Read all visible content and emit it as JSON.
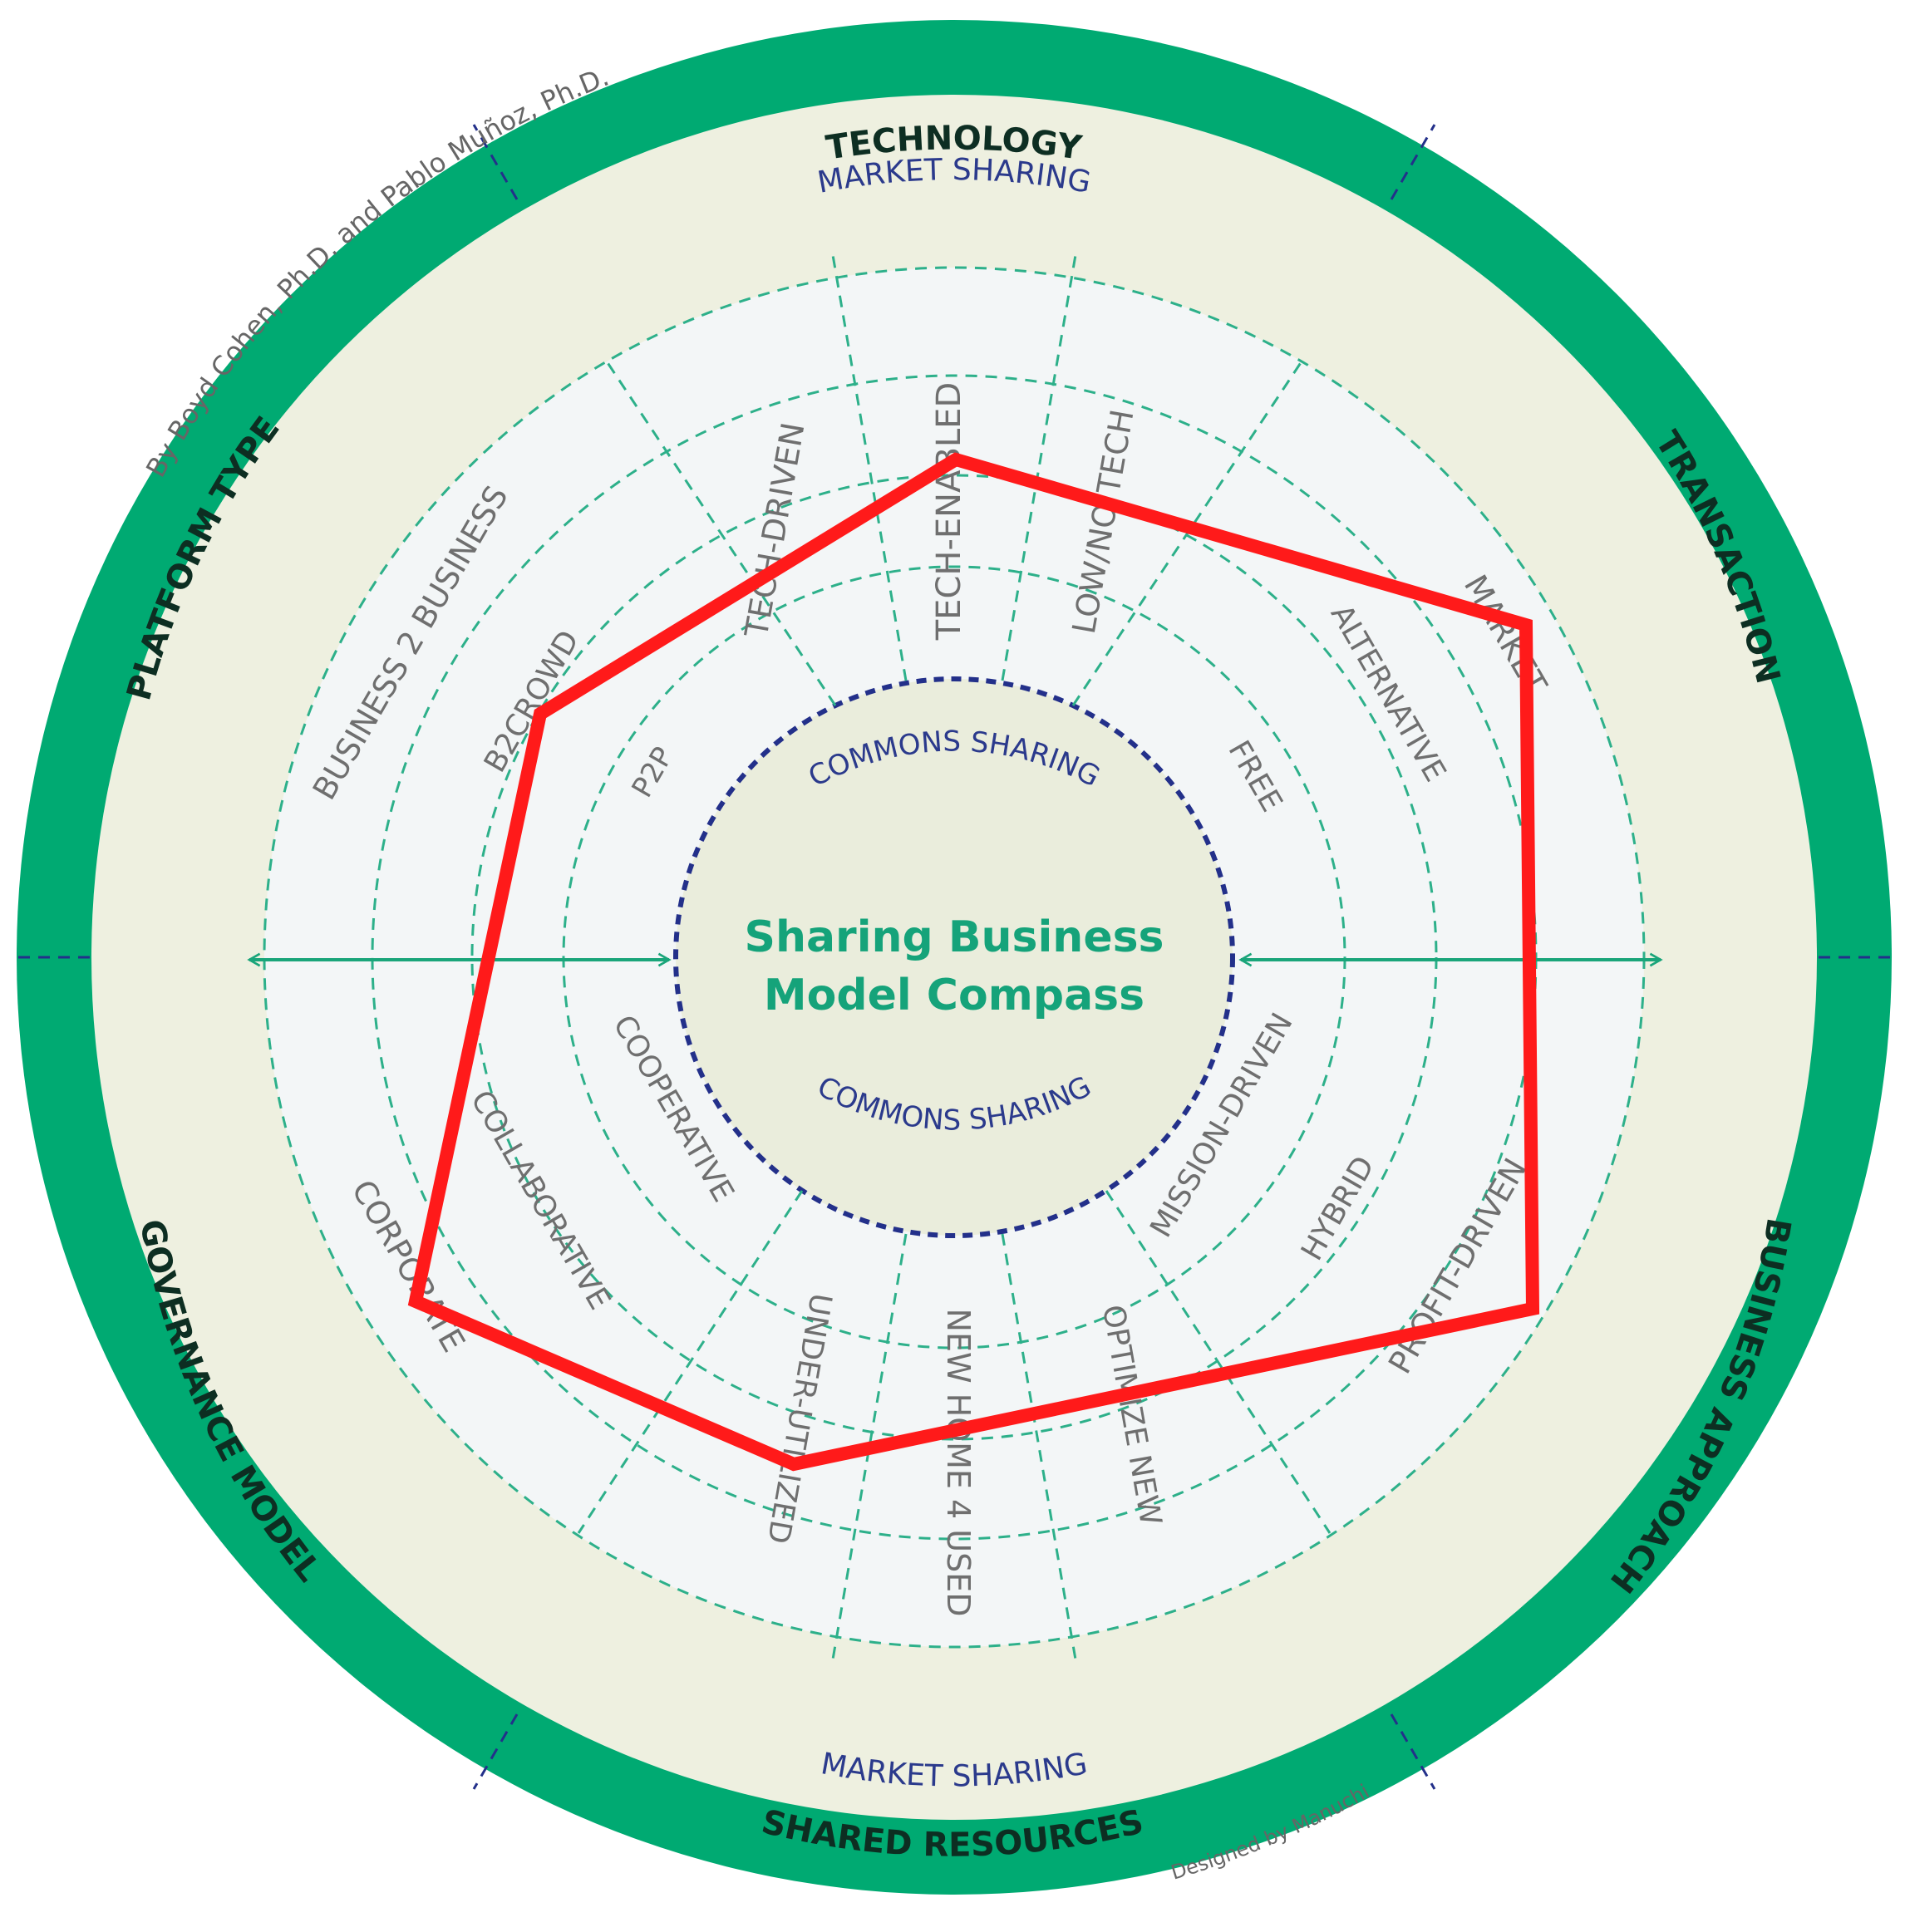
{
  "title_line1": "Sharing Business",
  "title_line2": "Model Compass",
  "dimensions": {
    "technology": "TECHNOLOGY",
    "transaction": "TRANSACTION",
    "business_approach": "BUSINESS APPROACH",
    "shared_resources": "SHARED RESOURCES",
    "governance_model": "GOVERNANCE MODEL",
    "platform_type": "PLATFORM TYPE"
  },
  "market_sharing_top": "MARKET SHARING",
  "market_sharing_bottom": "MARKET SHARING",
  "commons_sharing_top": "COMMONS SHARING",
  "commons_sharing_bottom": "COMMONS SHARING",
  "options": {
    "tech_enabled": "TECH-ENABLED",
    "tech_driven": "TECH-DRIVEN",
    "low_no_tech": "LOW/NO TECH",
    "market": "MARKET",
    "alternative": "ALTERNATIVE",
    "free": "FREE",
    "profit_driven": "PROFIT-DRIVEN",
    "hybrid": "HYBRID",
    "mission_driven": "MISSION-DRIVEN",
    "new_home_4_used": "NEW HOME 4 USED",
    "optimize_new": "OPTIMIZE NEW",
    "under_utilized": "UNDER-UTILIZED",
    "corporate": "CORPORATE",
    "collaborative": "COLLABORATIVE",
    "cooperative": "COOPERATIVE",
    "business_2_business": "BUSINESS 2 BUSINESS",
    "b2crowd": "B2CROWD",
    "p2p": "P2P"
  },
  "credit_authors": "By Boyd Cohen, Ph.D. and Pablo Muñoz, Ph.D.",
  "credit_designer": "Designed by Manuchi",
  "colors": {
    "outer_ring": "#00aa72",
    "market_ring": "#eef0e0",
    "wedge_area": "#f3f6f7",
    "center": "#eaeddc",
    "dashed_green": "#2db08a",
    "dashed_blue": "#23308a",
    "profile": "#ff1a1a"
  },
  "selected_profile": [
    "TECH-ENABLED",
    "MARKET",
    "PROFIT-DRIVEN",
    "UNDER-UTILIZED",
    "CORPORATE",
    "B2CROWD"
  ]
}
